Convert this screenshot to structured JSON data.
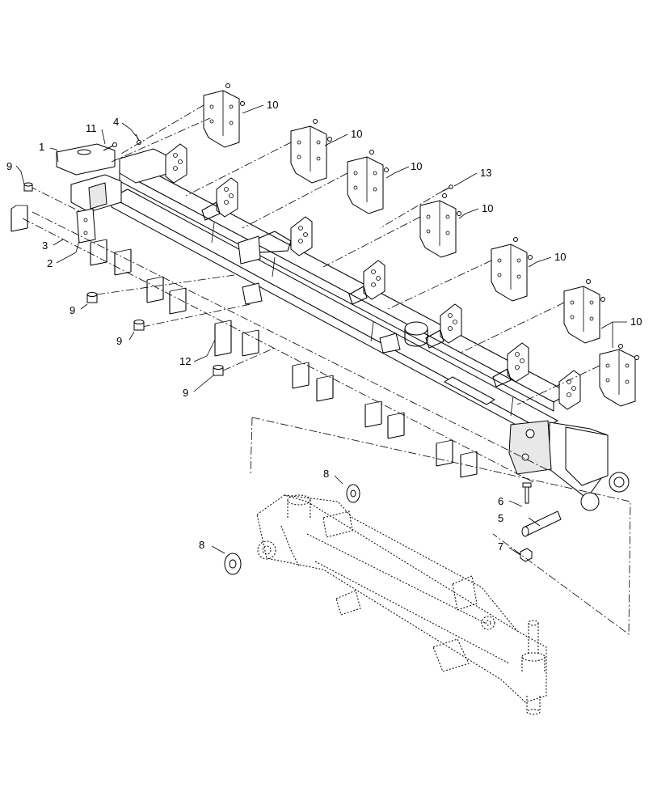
{
  "diagram": {
    "callouts": [
      {
        "id": "c1",
        "label": "1"
      },
      {
        "id": "c2",
        "label": "2"
      },
      {
        "id": "c3",
        "label": "3"
      },
      {
        "id": "c4",
        "label": "4"
      },
      {
        "id": "c5",
        "label": "5"
      },
      {
        "id": "c6",
        "label": "6"
      },
      {
        "id": "c7",
        "label": "7"
      },
      {
        "id": "c8a",
        "label": "8"
      },
      {
        "id": "c8b",
        "label": "8"
      },
      {
        "id": "c9a",
        "label": "9"
      },
      {
        "id": "c9b",
        "label": "9"
      },
      {
        "id": "c9c",
        "label": "9"
      },
      {
        "id": "c9d",
        "label": "9"
      },
      {
        "id": "c10a",
        "label": "10"
      },
      {
        "id": "c10b",
        "label": "10"
      },
      {
        "id": "c10c",
        "label": "10"
      },
      {
        "id": "c10d",
        "label": "10"
      },
      {
        "id": "c10e",
        "label": "10"
      },
      {
        "id": "c10f",
        "label": "10"
      },
      {
        "id": "c11",
        "label": "11"
      },
      {
        "id": "c12",
        "label": "12"
      },
      {
        "id": "c13",
        "label": "13"
      }
    ]
  }
}
